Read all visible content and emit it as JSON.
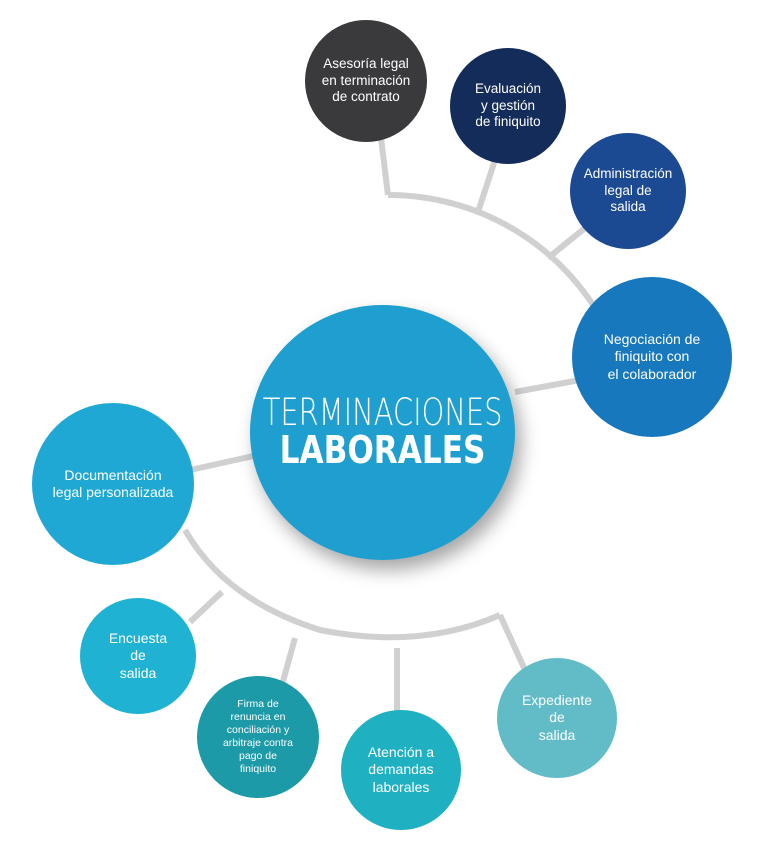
{
  "hub": {
    "line1": "TERMINACIONES",
    "line2": "LABORALES",
    "color": "#1e9fd0"
  },
  "services": [
    {
      "label": "Asesoría legal\nen terminación\nde contrato",
      "color": "#3a3a3c"
    },
    {
      "label": "Evaluación\ny gestión\nde finiquito",
      "color": "#142c5a"
    },
    {
      "label": "Administración\nlegal de\nsalida",
      "color": "#1b4a93"
    },
    {
      "label": "Negociación de\nfiniquito con\nel colaborador",
      "color": "#1878bd"
    },
    {
      "label": "Documentación\nlegal personalizada",
      "color": "#1ea8d3"
    },
    {
      "label": "Encuesta\nde\nsalida",
      "color": "#20b2d2"
    },
    {
      "label": "Firma de\nrenuncia en\nconciliación y\narbitraje contra\npago de\nfiniquito",
      "color": "#1c9aa8"
    },
    {
      "label": "Atención a\ndemandas\nlaborales",
      "color": "#1fb1c2"
    },
    {
      "label": "Expediente\nde\nsalida",
      "color": "#62bcc8"
    }
  ],
  "connector_color": "#d0d0d0"
}
